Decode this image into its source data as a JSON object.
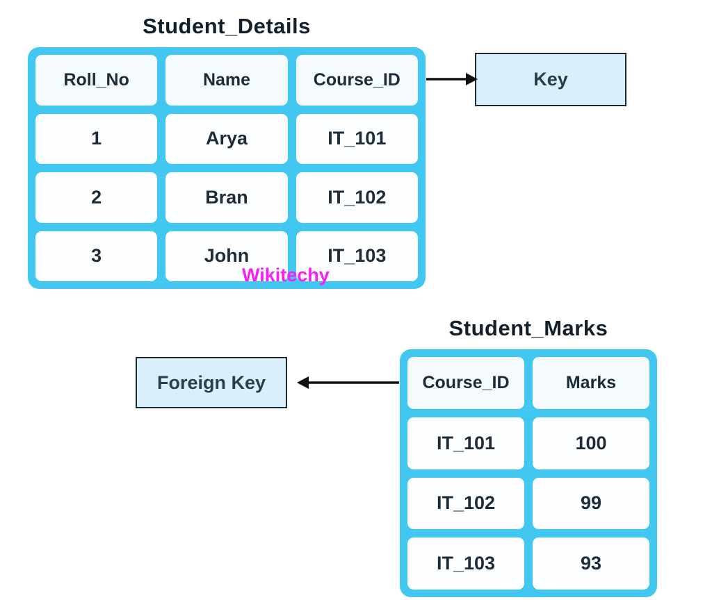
{
  "colors": {
    "table_accent": "#41c7f0",
    "key_box_bg": "#d9f0fa",
    "key_box_border": "#1c2b3a",
    "text": "#1e2c3a",
    "watermark": "#fb1cf7"
  },
  "student_details": {
    "title": "Student_Details",
    "headers": [
      "Roll_No",
      "Name",
      "Course_ID"
    ],
    "rows": [
      [
        "1",
        "Arya",
        "IT_101"
      ],
      [
        "2",
        "Bran",
        "IT_102"
      ],
      [
        "3",
        "John",
        "IT_103"
      ]
    ]
  },
  "student_marks": {
    "title": "Student_Marks",
    "headers": [
      "Course_ID",
      "Marks"
    ],
    "rows": [
      [
        "IT_101",
        "100"
      ],
      [
        "IT_102",
        "99"
      ],
      [
        "IT_103",
        "93"
      ]
    ]
  },
  "key_box": {
    "label": "Key"
  },
  "foreign_key_box": {
    "label": "Foreign Key"
  },
  "watermark": "Wikitechy"
}
